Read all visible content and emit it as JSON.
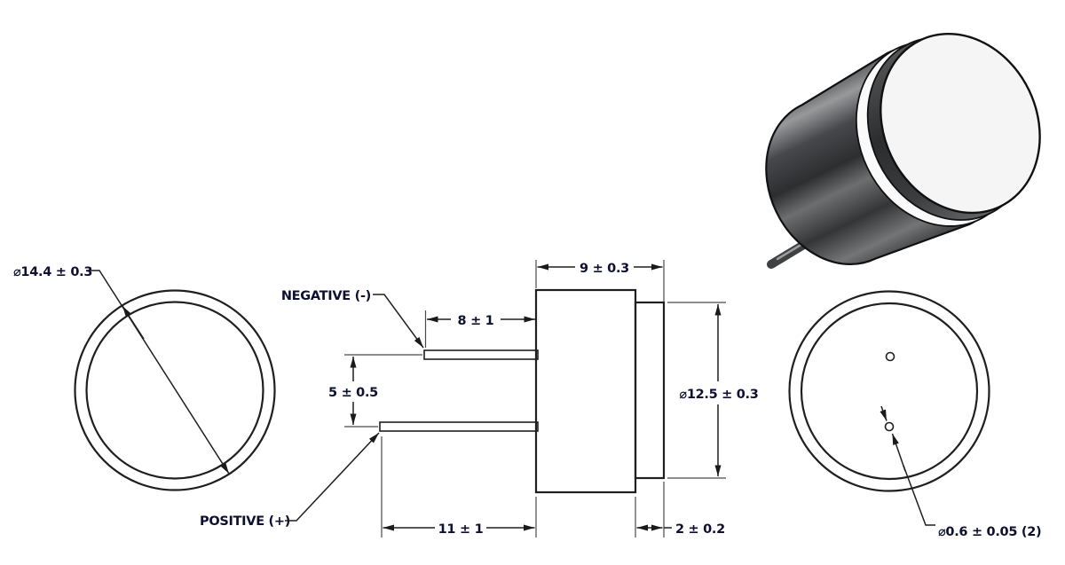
{
  "colors": {
    "background": "#ffffff",
    "line": "#1f1f1f",
    "dim_text": "#0d1030",
    "extension_line": "#4a4a4a",
    "metal_body": "#55575a",
    "metal_dark": "#2e3032",
    "face": "#f5f5f5",
    "ring": "#fafafa"
  },
  "views": {
    "front": {
      "diameter": "⌀14.4 ± 0.3"
    },
    "side": {
      "negative_label": "NEGATIVE (-)",
      "positive_label": "POSITIVE (+)",
      "top_pin_length": "8 ± 1",
      "pin_spacing": "5 ± 0.5",
      "bottom_pin_length": "11 ± 1",
      "body_depth": "9 ± 0.3",
      "flange_diameter": "⌀12.5 ± 0.3",
      "flange_thickness": "2 ± 0.2"
    },
    "rear": {
      "pin_hole_diameter": "⌀0.6 ± 0.05 (2)"
    }
  }
}
